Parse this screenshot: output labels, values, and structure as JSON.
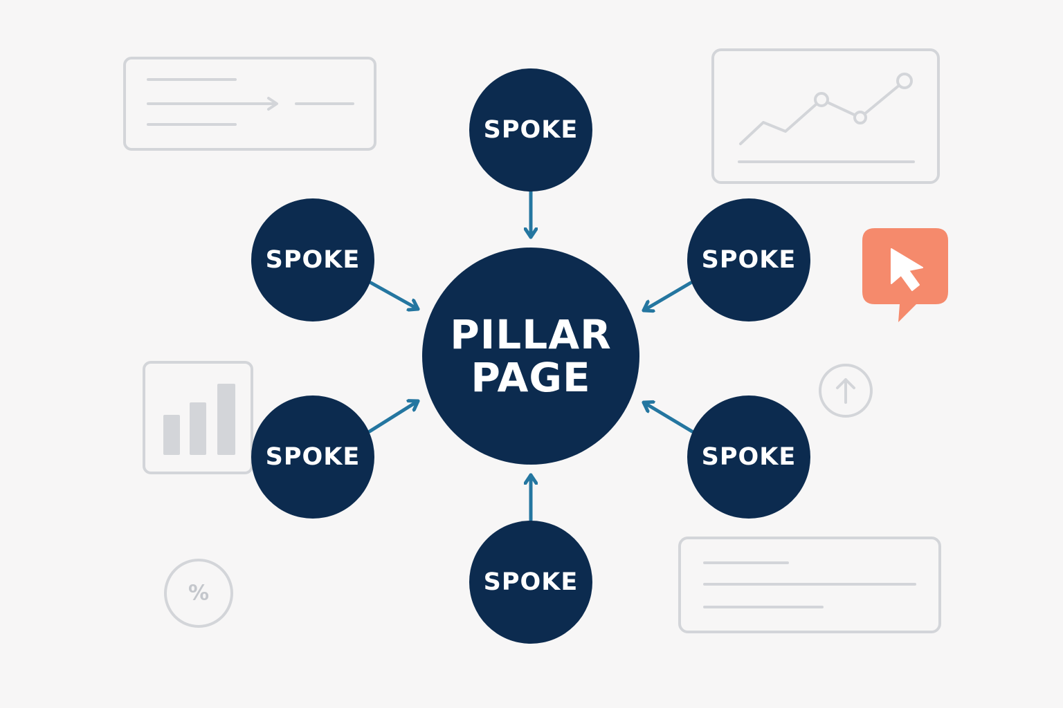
{
  "diagram": {
    "pillar": {
      "line1": "PILLAR",
      "line2": "PAGE"
    },
    "spokes": [
      {
        "label": "SPOKE"
      },
      {
        "label": "SPOKE"
      },
      {
        "label": "SPOKE"
      },
      {
        "label": "SPOKE"
      },
      {
        "label": "SPOKE"
      },
      {
        "label": "SPOKE"
      }
    ],
    "percent_badge": "%"
  },
  "colors": {
    "background": "#f7f6f6",
    "node_fill": "#0c2b4f",
    "arrow": "#2476a0",
    "decoration": "#d3d5d9",
    "accent": "#f58a6c"
  },
  "icons": [
    "text-card-icon",
    "line-chart-card-icon",
    "cursor-click-icon",
    "bar-chart-card-icon",
    "up-arrow-circle-icon",
    "percent-circle-icon",
    "text-lines-card-icon"
  ]
}
